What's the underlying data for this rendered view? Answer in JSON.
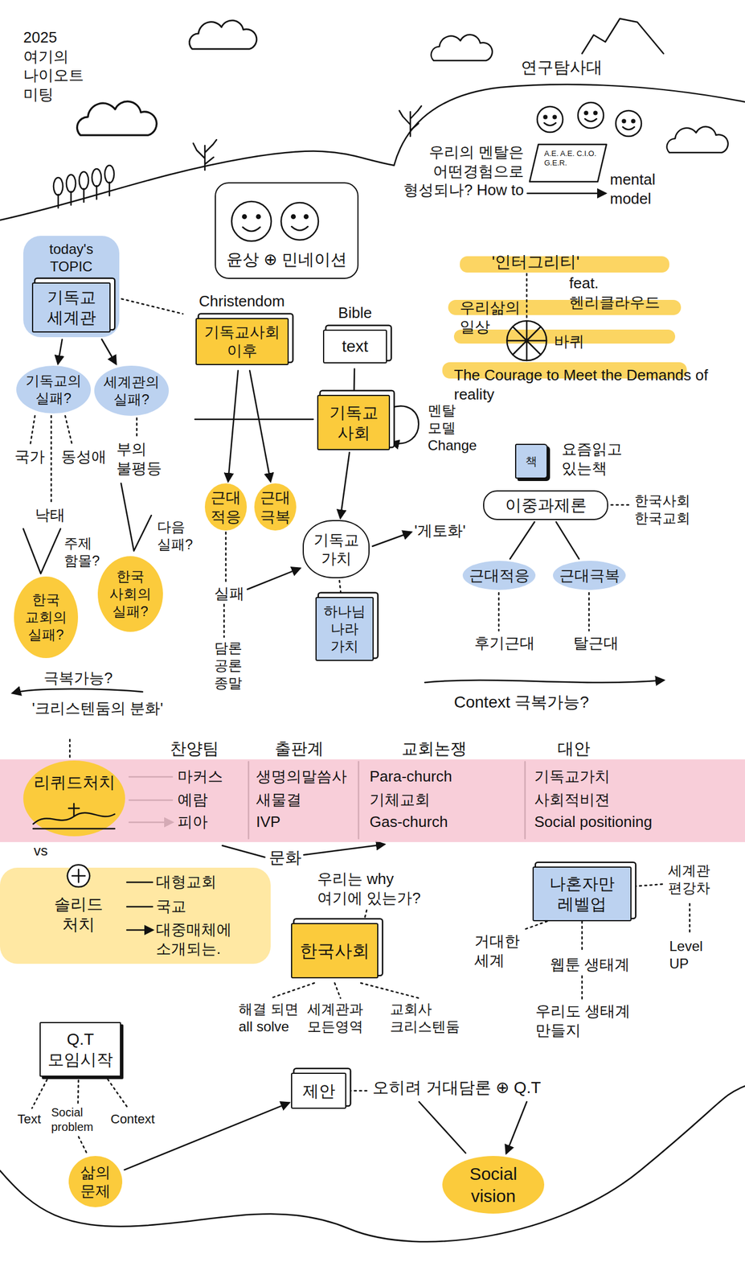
{
  "diagram": {
    "title": "2025 여기의 나이오트 미팅",
    "nodes": [
      {
        "text": [
          "윤상 ⊕ 민네이션"
        ]
      },
      {
        "text": [
          "today's TOPIC",
          "기독교 세계관"
        ]
      },
      {
        "text": [
          "Christendom",
          "기독교사회 이후"
        ]
      },
      {
        "text": [
          "Bible",
          "text"
        ]
      },
      {
        "text": [
          "기독교의 실패?"
        ]
      },
      {
        "text": [
          "세계관의 실패?"
        ]
      },
      {
        "text": [
          "한국 교회의 실패?"
        ]
      },
      {
        "text": [
          "한국 사회의 실패?"
        ]
      },
      {
        "text": [
          "기독교 사회"
        ]
      },
      {
        "text": [
          "근대 적응"
        ]
      },
      {
        "text": [
          "근대 극복"
        ]
      },
      {
        "text": [
          "기독교 가치"
        ]
      },
      {
        "text": [
          "하나님 나라 가치"
        ]
      },
      {
        "text": [
          "책"
        ]
      },
      {
        "text": [
          "이중과제론"
        ]
      },
      {
        "text": [
          "근대적응"
        ]
      },
      {
        "text": [
          "근대극복"
        ]
      },
      {
        "text": [
          "찬양팀",
          "마커스",
          "예람",
          "피아",
          "출판계",
          "생명의말씀사",
          "새물결",
          "IVP",
          "교회논쟁",
          "Para-church",
          "기체교회",
          "Gas-church",
          "대안",
          "기독교가치",
          "사회적비젼",
          "Social positioning"
        ]
      },
      {
        "text": [
          "리퀴드처치"
        ],
        "in": 17
      },
      {
        "text": [
          "솔리드 처치"
        ]
      },
      {
        "text": [
          "한국사회"
        ]
      },
      {
        "text": [
          "나혼자만 레벨업"
        ]
      },
      {
        "text": [
          "Q.T 모임시작"
        ]
      },
      {
        "text": [
          "삶의 문제"
        ]
      },
      {
        "text": [
          "제안"
        ]
      },
      {
        "text": [
          "Social vision"
        ]
      }
    ],
    "edges": [
      {
        "from": 1,
        "to": 2,
        "arrow": "none"
      },
      {
        "from": 1,
        "to": 4,
        "arrow": "to"
      },
      {
        "from": 1,
        "to": 5,
        "arrow": "to"
      },
      {
        "from": 2,
        "to": 9,
        "arrow": "to"
      },
      {
        "from": 2,
        "to": 10,
        "arrow": "to"
      },
      {
        "from": 3,
        "to": 8,
        "arrow": "none"
      },
      {
        "from": 8,
        "to": 11,
        "arrow": "to"
      },
      {
        "from": 11,
        "to": 12,
        "arrow": "none"
      },
      {
        "from": 14,
        "to": 15,
        "arrow": "none"
      },
      {
        "from": 14,
        "to": 16,
        "arrow": "none"
      },
      {
        "from": 23,
        "to": 24,
        "arrow": "to"
      }
    ],
    "labels": [
      "연구탐사대",
      "우리의 멘탈은 어떤경험으로 형성되나? How to",
      "A.E. A.E. C.I.O. G.E.R.",
      "mental model",
      "'인터그리티'",
      "feat. 헨리클라우드",
      "우리삶의 일상",
      "바퀴",
      "The Courage to Meet the Demands of reality",
      "국가",
      "동성애",
      "낙태",
      "부의 불평등",
      "주제 함몰?",
      "다음 실패?",
      "극복가능?",
      "'크리스텐둠의 분화'",
      "멘탈 모델 Change",
      "실패",
      "담론 공론 종말",
      "'게토화'",
      "요즘읽고 있는책",
      "한국사회 한국교회",
      "후기근대",
      "탈근대",
      "Context 극복가능?",
      "vs",
      "대형교회",
      "국교",
      "대중매체에 소개되는.",
      "문화",
      "우리는 why 여기에 있는가?",
      "해결 되면 all solve",
      "세계관과 모든영역",
      "교회사 크리스텐둠",
      "세계관 편강차",
      "Level UP",
      "거대한 세계",
      "웹툰 생태계",
      "우리도 생태계 만들지",
      "Text",
      "Social problem",
      "Context",
      "오히려 거대담론 ⊕ Q.T"
    ]
  }
}
